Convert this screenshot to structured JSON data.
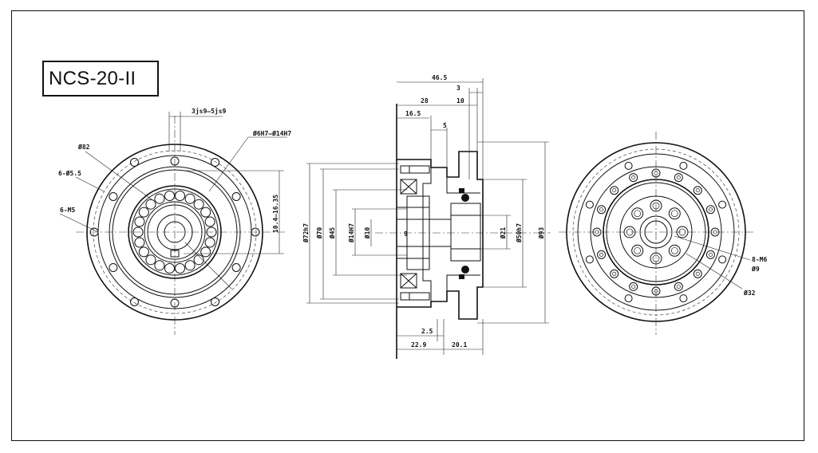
{
  "title": "NCS-20-II",
  "labels": {
    "left": {
      "key": "3js9—5js9",
      "bore": "Ø6H7—Ø14H7",
      "d82": "Ø82",
      "holes_55": "6-Ø5.5",
      "holes_m5": "6-M5",
      "range": "10.4—16.35"
    },
    "middle": {
      "len_total": "46.5",
      "d3": "3",
      "d28": "28",
      "d10": "10",
      "d16_5": "16.5",
      "d5": "5",
      "d72": "Ø72h7",
      "d70": "Ø70",
      "d45": "Ø45",
      "d14": "Ø14H7",
      "d10b": "Ø10",
      "d9": "9",
      "d21": "Ø21",
      "d50": "Ø50h7",
      "d93": "Ø93",
      "d2_5": "2.5",
      "d22_9": "22.9",
      "d20_1": "20.1"
    },
    "right": {
      "holes_m6": "8-M6",
      "d9": "Ø9",
      "d32": "Ø32"
    }
  }
}
